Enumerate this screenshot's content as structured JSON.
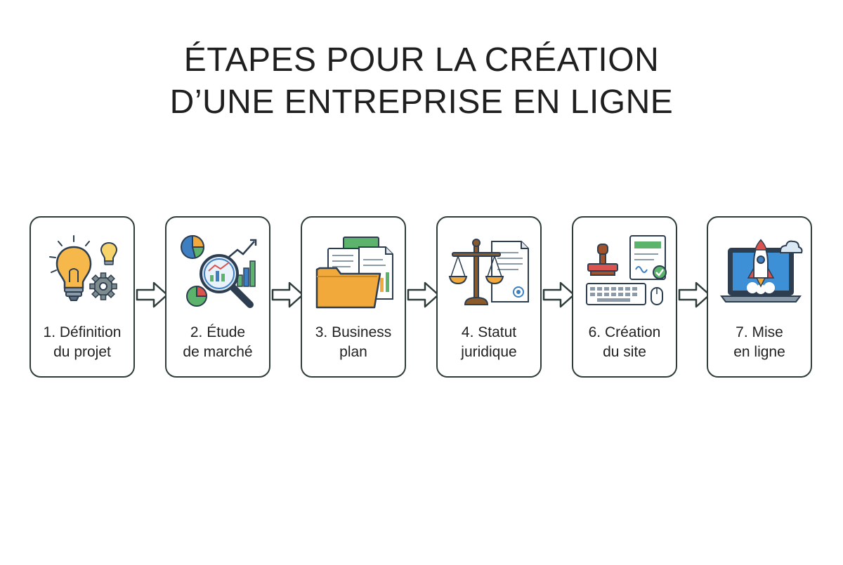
{
  "title": {
    "line1": "ÉTAPES POUR LA CRÉATION",
    "line2": "D’UNE ENTREPRISE EN LIGNE"
  },
  "steps": [
    {
      "line1": "1. Définition",
      "line2": "du projet",
      "icon": "lightbulb-gear-icon"
    },
    {
      "line1": "2. Étude",
      "line2": "de marché",
      "icon": "market-analysis-icon"
    },
    {
      "line1": "3. Business",
      "line2": "plan",
      "icon": "folder-documents-icon"
    },
    {
      "line1": "4. Statut",
      "line2": "juridique",
      "icon": "legal-scales-icon"
    },
    {
      "line1": "6. Création",
      "line2": "du site",
      "icon": "website-stamp-icon"
    },
    {
      "line1": "7. Mise",
      "line2": "en ligne",
      "icon": "laptop-rocket-icon"
    }
  ],
  "colors": {
    "border": "#2f3d3a",
    "accent_orange": "#f2a93b",
    "accent_green": "#5bb36c",
    "accent_blue": "#3d7fc1",
    "accent_red": "#d9534f",
    "outline": "#2c3e50"
  }
}
